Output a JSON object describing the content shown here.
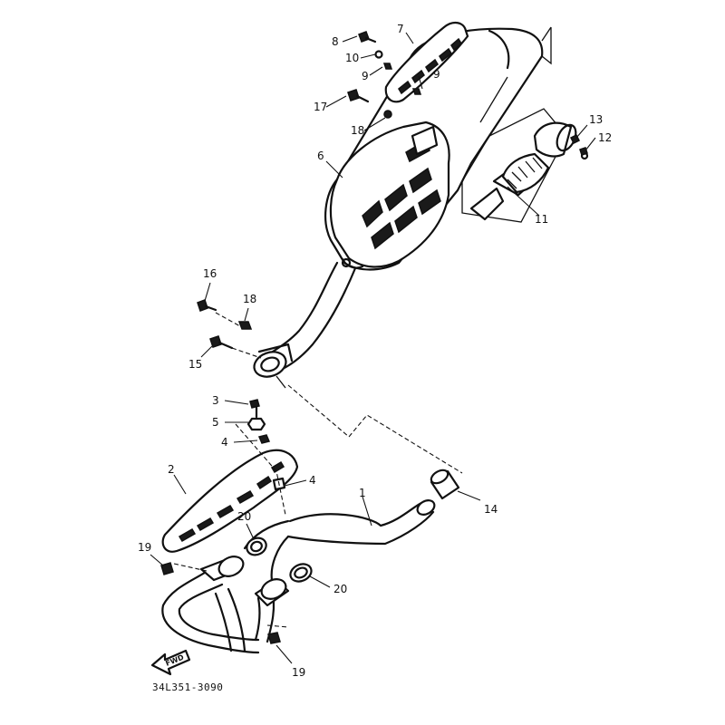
{
  "diagram": {
    "drawing_code": "34L351-3090",
    "direction_label": "FWD",
    "callouts": [
      {
        "id": "c8",
        "label": "8"
      },
      {
        "id": "c10",
        "label": "10"
      },
      {
        "id": "c9a",
        "label": "9"
      },
      {
        "id": "c9b",
        "label": "9"
      },
      {
        "id": "c7",
        "label": "7"
      },
      {
        "id": "c17",
        "label": "17"
      },
      {
        "id": "c18a",
        "label": "18"
      },
      {
        "id": "c13",
        "label": "13"
      },
      {
        "id": "c12",
        "label": "12"
      },
      {
        "id": "c6",
        "label": "6"
      },
      {
        "id": "c11",
        "label": "11"
      },
      {
        "id": "c16",
        "label": "16"
      },
      {
        "id": "c18b",
        "label": "18"
      },
      {
        "id": "c15",
        "label": "15"
      },
      {
        "id": "c3",
        "label": "3"
      },
      {
        "id": "c5",
        "label": "5"
      },
      {
        "id": "c4a",
        "label": "4"
      },
      {
        "id": "c2",
        "label": "2"
      },
      {
        "id": "c4b",
        "label": "4"
      },
      {
        "id": "c1",
        "label": "1"
      },
      {
        "id": "c14",
        "label": "14"
      },
      {
        "id": "c20a",
        "label": "20"
      },
      {
        "id": "c19a",
        "label": "19"
      },
      {
        "id": "c20b",
        "label": "20"
      },
      {
        "id": "c19b",
        "label": "19"
      }
    ]
  }
}
